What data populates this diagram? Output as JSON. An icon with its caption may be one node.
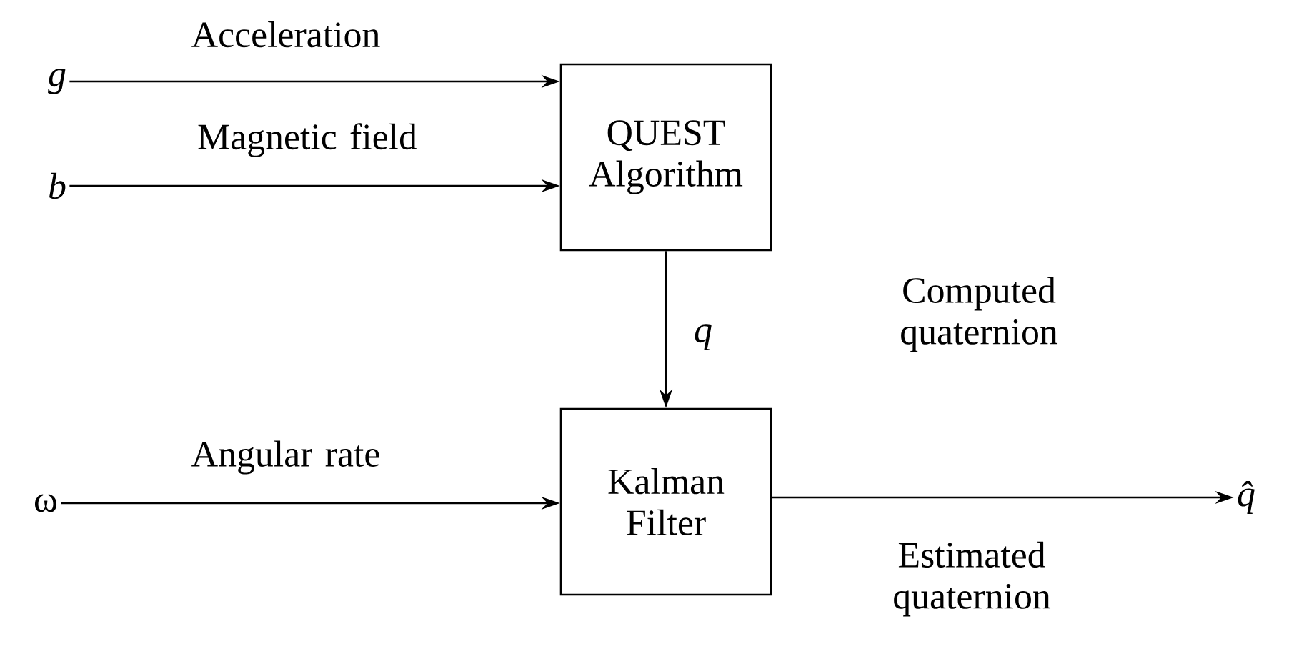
{
  "diagram": {
    "nodes": [
      {
        "text": [
          "g"
        ]
      },
      {
        "text": [
          "b"
        ]
      },
      {
        "text": [
          "QUEST Algorithm"
        ]
      },
      {
        "text": [
          "ω"
        ]
      },
      {
        "text": [
          "Kalman Filter"
        ]
      },
      {
        "text": [
          "q̂"
        ]
      }
    ],
    "edges": [
      {
        "from": 0,
        "to": 2,
        "arrow": "to",
        "label": "Acceleration"
      },
      {
        "from": 1,
        "to": 2,
        "arrow": "to",
        "label": "Magnetic field"
      },
      {
        "from": 2,
        "to": 4,
        "arrow": "to",
        "label": "q"
      },
      {
        "from": 3,
        "to": 4,
        "arrow": "to",
        "label": "Angular rate"
      },
      {
        "from": 4,
        "to": 5,
        "arrow": "to",
        "label": "Estimated quaternion"
      }
    ],
    "labels": [
      "Computed quaternion"
    ]
  }
}
